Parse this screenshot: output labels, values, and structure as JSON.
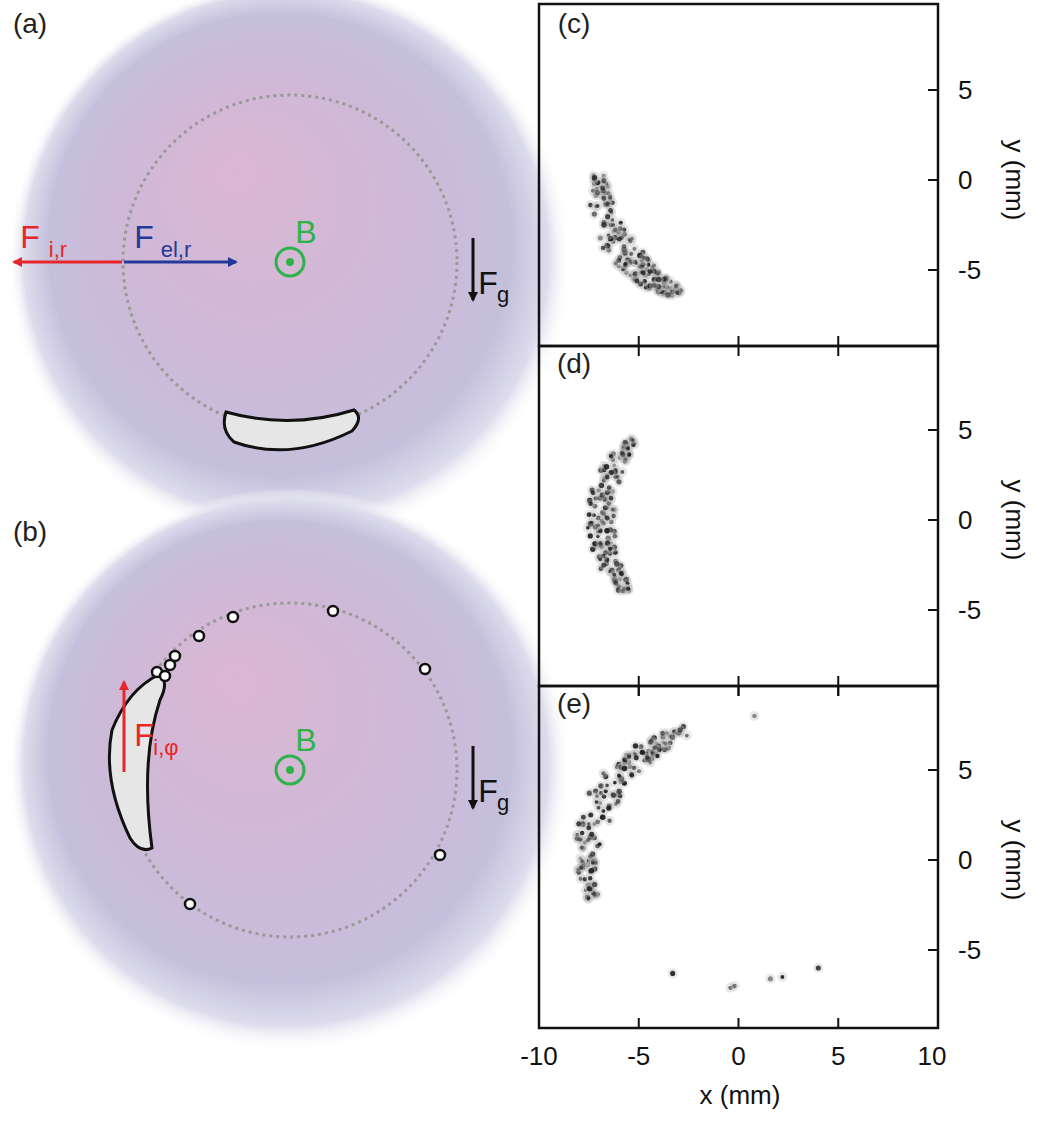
{
  "diagram": {
    "labels": [
      "(a)",
      "F",
      "i,r",
      "F",
      "el,r",
      "B",
      "F",
      "g",
      "(b)",
      "F",
      "i,φ",
      "B",
      "F",
      "g",
      "(c)",
      "5",
      "0",
      "-5",
      "y (mm)",
      "(d)",
      "5",
      "0",
      "-5",
      "y (mm)",
      "(e)",
      "5",
      "0",
      "-5",
      "y (mm)",
      "-10",
      "-5",
      "0",
      "5",
      "10",
      "x (mm)"
    ]
  }
}
